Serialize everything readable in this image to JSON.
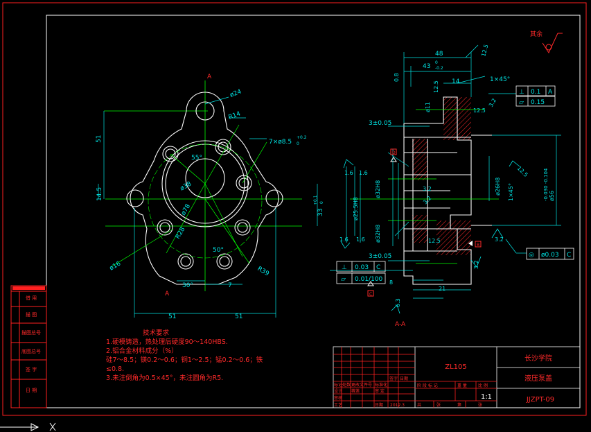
{
  "drawing": {
    "section_marks": [
      "A",
      "A"
    ],
    "section_view_label": "A-A",
    "roughness_rest": "其余",
    "front_view_dims": {
      "d24": "ø24",
      "r14": "R14",
      "holes": "7×ø8.5",
      "holes_tol": "+0.2",
      "holes_tol_lo": "0",
      "a55": "55°",
      "d38": "ø38",
      "d78": "ø78",
      "r28": "R28",
      "a50": "50°",
      "r39": "R39",
      "d16": "ø16",
      "a30": "30°",
      "d7": "7",
      "v51": "51",
      "v14_5": "14.5",
      "v33": "33",
      "v33_tol": "+0.1",
      "v33_tol_lo": "0",
      "h51a": "51",
      "h51b": "51"
    },
    "section_view_dims": {
      "w48": "48",
      "w43": "43",
      "w43_tol_hi": "0",
      "w43_tol_lo": "-0.2",
      "r12_5_top": "12.5",
      "r0_8": "0.8",
      "r12_5_left": "12.5",
      "d14": "14",
      "chamfer1": "1×45°",
      "r3_2_a": "3.2",
      "d11": "ø11",
      "r12_5_mid": "12.5",
      "d3_a": "3±0.05",
      "d3_b": "3±0.05",
      "r1_6_a": "1.6",
      "r1_6_b": "1.6",
      "r1_6_c": "1.6",
      "r1_6_d": "1.6",
      "d32h8_a": "ø32H8",
      "d32h8_b": "ø32H8",
      "d25_5": "ø25.5H8",
      "d26h8": "ø26H8",
      "d56": "ø56",
      "d56_tol": "-0.030 -0.104",
      "chamfer2": "1×45°",
      "r3_2_b": "3.2",
      "r3_2_c": "3.2",
      "r3_2_d": "3.2",
      "r3_2_e": "3.2",
      "r12_5_low": "12.5",
      "d8": "8",
      "d21": "21",
      "r6_3": "6.3",
      "r12_5_right": "12.5"
    },
    "datums": [
      "D",
      "B",
      "C"
    ],
    "gdt": [
      {
        "symbol": "⊥",
        "value": "0.1",
        "datum": "A"
      },
      {
        "symbol": "▱",
        "value": "0.15",
        "datum": ""
      },
      {
        "symbol": "◎",
        "value": "ø0.03",
        "datum": "C"
      },
      {
        "symbol": "⊥",
        "value": "0.03",
        "datum": "C"
      },
      {
        "symbol": "▱",
        "value": "0.01/100",
        "datum": ""
      }
    ]
  },
  "tech_notes": {
    "title": "技术要求",
    "lines": [
      "1.硬模铸造，热处理后硬度90～140HBS.",
      "2.铝合金材料成分（%）",
      "   硅7～8.5；镁0.2～0.6；铜1～2.5；锰0.2～0.6；铁",
      "≤0.8.",
      "3.未注倒角为0.5×45°，未注圆角为R5."
    ]
  },
  "left_strip": [
    "借 用",
    "描 图",
    "描图总号",
    "底图总号",
    "签 字",
    "日 期"
  ],
  "title_block": {
    "part_name": "ZL105",
    "school": "长沙学院",
    "drawing_name": "液压泵盖",
    "drawing_no": "JJZPT-09",
    "scale": "1:1",
    "headers_row1": [
      "标记",
      "处数",
      "更改文件号",
      "签字",
      "日期"
    ],
    "headers_row2": [
      "设计",
      "蒋莲",
      "标准化",
      "",
      "审 定"
    ],
    "headers_row3": [
      "审核",
      "",
      "",
      "",
      "共",
      "张",
      "第",
      "张"
    ],
    "headers_row4": [
      "工艺",
      "",
      "日期",
      "2012.3"
    ],
    "stage_labels": [
      "阶 段 标 记",
      "重 量",
      "比 例"
    ]
  }
}
